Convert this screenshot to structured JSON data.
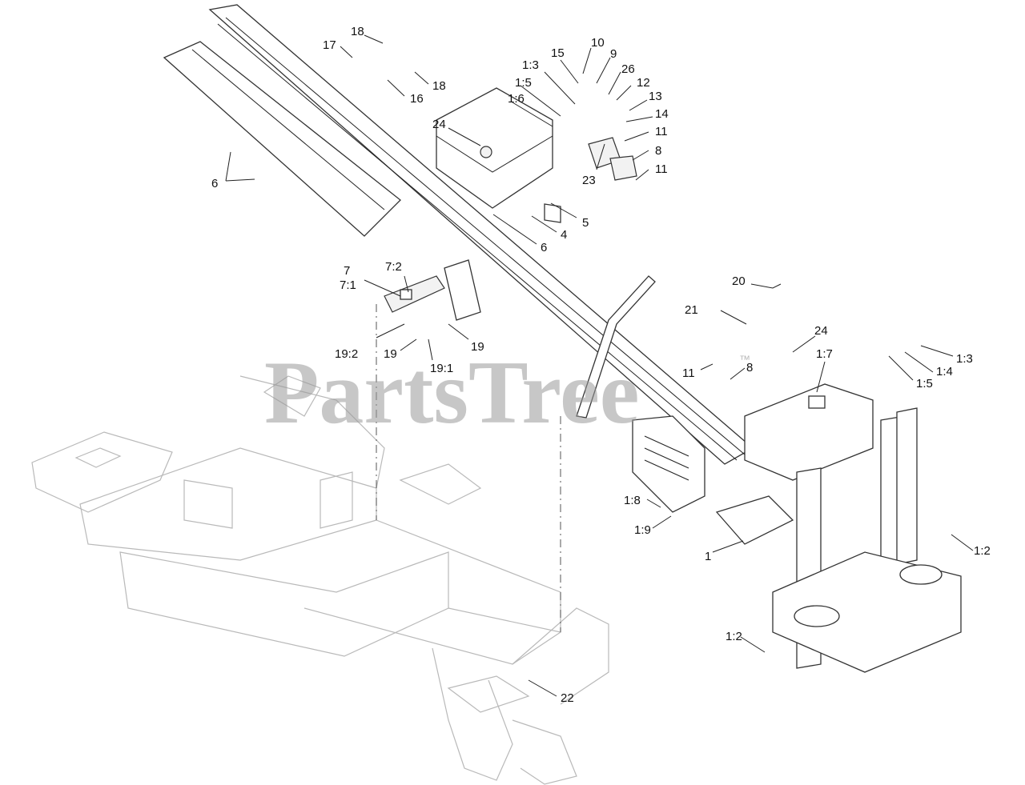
{
  "watermark": {
    "brand": "PartsTree",
    "trademark": "™"
  },
  "callouts": [
    "18",
    "17",
    "18",
    "16",
    "6",
    "24",
    "1:3",
    "1:5",
    "1:6",
    "15",
    "10",
    "9",
    "26",
    "12",
    "13",
    "14",
    "11",
    "8",
    "11",
    "23",
    "5",
    "4",
    "6",
    "7",
    "7:1",
    "7:2",
    "19",
    "19:2",
    "19",
    "19:1",
    "20",
    "21",
    "24",
    "11",
    "8",
    "1:7",
    "1:3",
    "1:4",
    "1:5",
    "1:8",
    "1:9",
    "1",
    "1:2",
    "1:2",
    "22"
  ]
}
